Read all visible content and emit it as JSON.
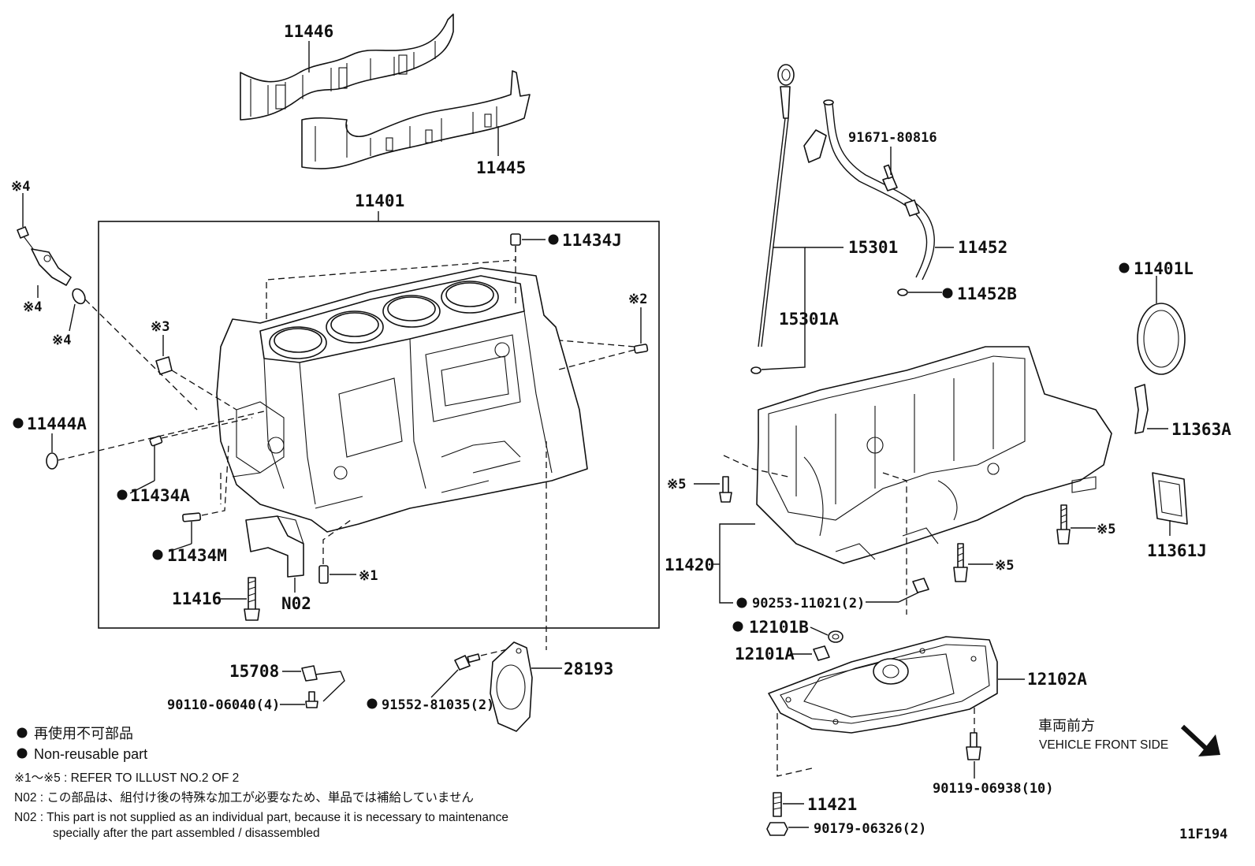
{
  "diagram_id": "11F194",
  "parts": {
    "p11446": "11446",
    "p11445": "11445",
    "p11401": "11401",
    "p11434J": "11434J",
    "ref2": "※2",
    "ref4a": "※4",
    "ref4b": "※4",
    "ref4c": "※4",
    "ref3": "※3",
    "p11444A": "11444A",
    "p11434A": "11434A",
    "p11434M": "11434M",
    "p11416": "11416",
    "N02": "N02",
    "ref1": "※1",
    "p15708": "15708",
    "p90110": "90110-06040(4)",
    "p91552": "91552-81035(2)",
    "p28193": "28193",
    "p91671": "91671-80816",
    "p15301": "15301",
    "p11452": "11452",
    "p15301A": "15301A",
    "p11452B": "11452B",
    "p11401L": "11401L",
    "p11363A": "11363A",
    "ref5a": "※5",
    "ref5b": "※5",
    "ref5c": "※5",
    "p11361J": "11361J",
    "p11420": "11420",
    "p90253": "90253-11021(2)",
    "p12101B": "12101B",
    "p12101A": "12101A",
    "p12102A": "12102A",
    "p90119": "90119-06938(10)",
    "p11421": "11421",
    "p90179": "90179-06326(2)"
  },
  "direction": {
    "jp": "車両前方",
    "en": "VEHICLE FRONT SIDE"
  },
  "legend": {
    "nonreusable_jp": "再使用不可部品",
    "nonreusable_en": "Non-reusable part",
    "refer": "※1～※5 : REFER TO ILLUST NO.2 OF 2",
    "n02_jp": "N02 : この部品は、組付け後の特殊な加工が必要なため、単品では補給していません",
    "n02_en_1": "N02 : This part is not supplied as an individual part, because it is necessary to maintenance",
    "n02_en_2": "specially after the part assembled / disassembled"
  }
}
